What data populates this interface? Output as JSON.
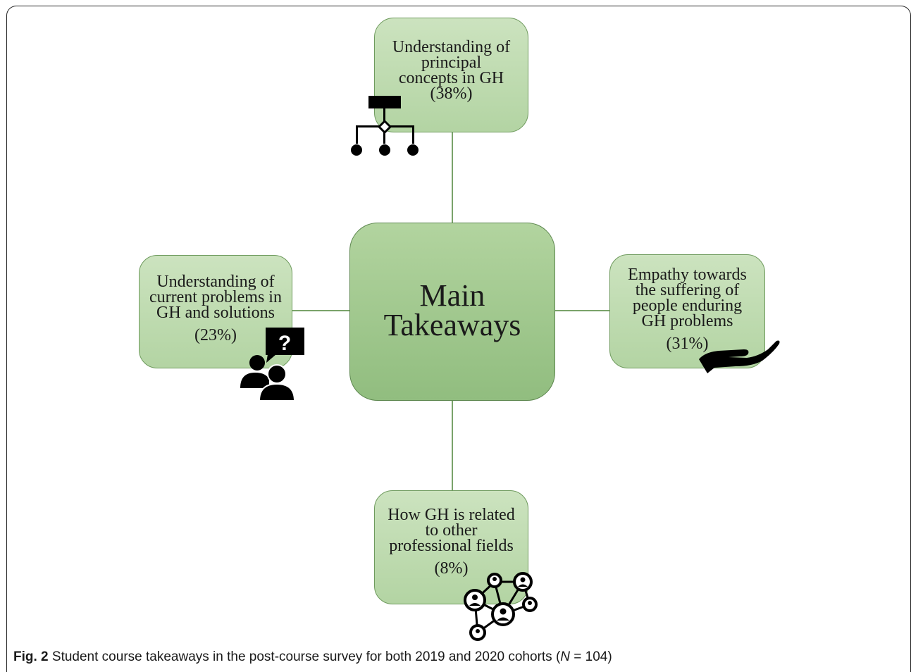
{
  "diagram": {
    "center": {
      "line1": "Main",
      "line2": "Takeaways"
    },
    "top": {
      "lines": [
        "Understanding of",
        "principal",
        "concepts in GH"
      ],
      "percent": "(38%)",
      "icon": "hierarchy-chart-icon"
    },
    "left": {
      "lines": [
        "Understanding of",
        "current problems in",
        "GH and solutions"
      ],
      "percent": "(23%)",
      "icon": "people-question-icon"
    },
    "right": {
      "lines": [
        "Empathy towards",
        "the suffering of",
        "people enduring",
        "GH problems"
      ],
      "percent": "(31%)",
      "icon": "open-hand-icon"
    },
    "bottom": {
      "lines": [
        "How GH is related",
        "to other",
        "professional fields"
      ],
      "percent": "(8%)",
      "icon": "network-people-icon"
    }
  },
  "caption": {
    "label": "Fig. 2",
    "text_before": " Student course takeaways in the post-course survey for both 2019 and 2020 cohorts (",
    "n_symbol": "N",
    "text_after": " = 104)"
  },
  "colors": {
    "box_fill": "#c4dfb5",
    "center_fill": "#a3c890",
    "border": "#6e9a5d",
    "connector": "#7aa36a"
  }
}
